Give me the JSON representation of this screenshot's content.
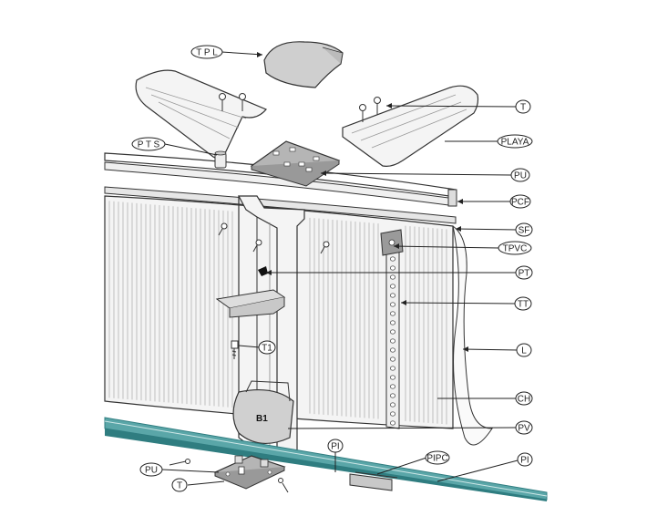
{
  "labels": {
    "tpl": "T P L",
    "pts": "P T S",
    "t_top": "T",
    "playa": "PLAYA",
    "pu_top": "PU",
    "pcf": "PCF",
    "sf": "SF",
    "tpvc": "TPVC",
    "pt": "PT",
    "tt": "TT",
    "t1": "T1",
    "l": "L",
    "ch": "CH",
    "pv": "PV",
    "pi_top": "PI",
    "pipc": "PIPC",
    "pi_right": "PI",
    "pu_bottom": "PU",
    "t_bottom": "T",
    "b1": "B1"
  },
  "colors": {
    "line": "#333333",
    "panel": "#f2f2f2",
    "stripe": "#9a9a9a",
    "teal": "#5aa6a8",
    "tealDark": "#2f7d80",
    "plate": "#b5b5b5"
  }
}
